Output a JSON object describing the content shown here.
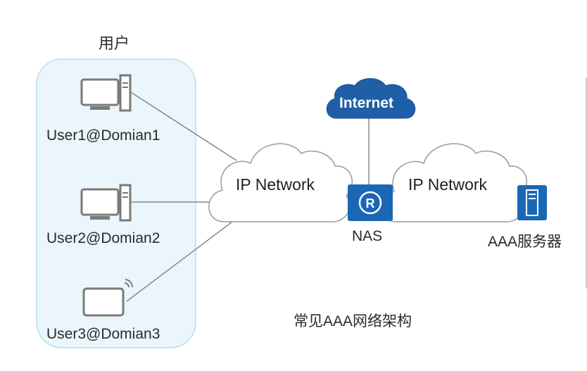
{
  "users": {
    "title": "用户",
    "items": [
      {
        "label": "User1@Domian1",
        "device": "desktop-computer-icon"
      },
      {
        "label": "User2@Domian2",
        "device": "desktop-computer-icon"
      },
      {
        "label": "User3@Domian3",
        "device": "wireless-tablet-icon"
      }
    ]
  },
  "networks": {
    "left": "IP Network",
    "right": "IP Network",
    "internet": "Internet"
  },
  "nas": {
    "label": "NAS",
    "icon": "router-icon"
  },
  "aaa": {
    "label": "AAA服务器",
    "icon": "server-icon"
  },
  "caption": "常见AAA网络架构",
  "colors": {
    "user_group_fill": "#eaf6fb",
    "user_group_border": "#b9def0",
    "device_gray": "#7a7a7a",
    "cloud_border": "#9a9a9a",
    "internet_blue": "#1f5fa8",
    "device_blue": "#1a68b5"
  }
}
